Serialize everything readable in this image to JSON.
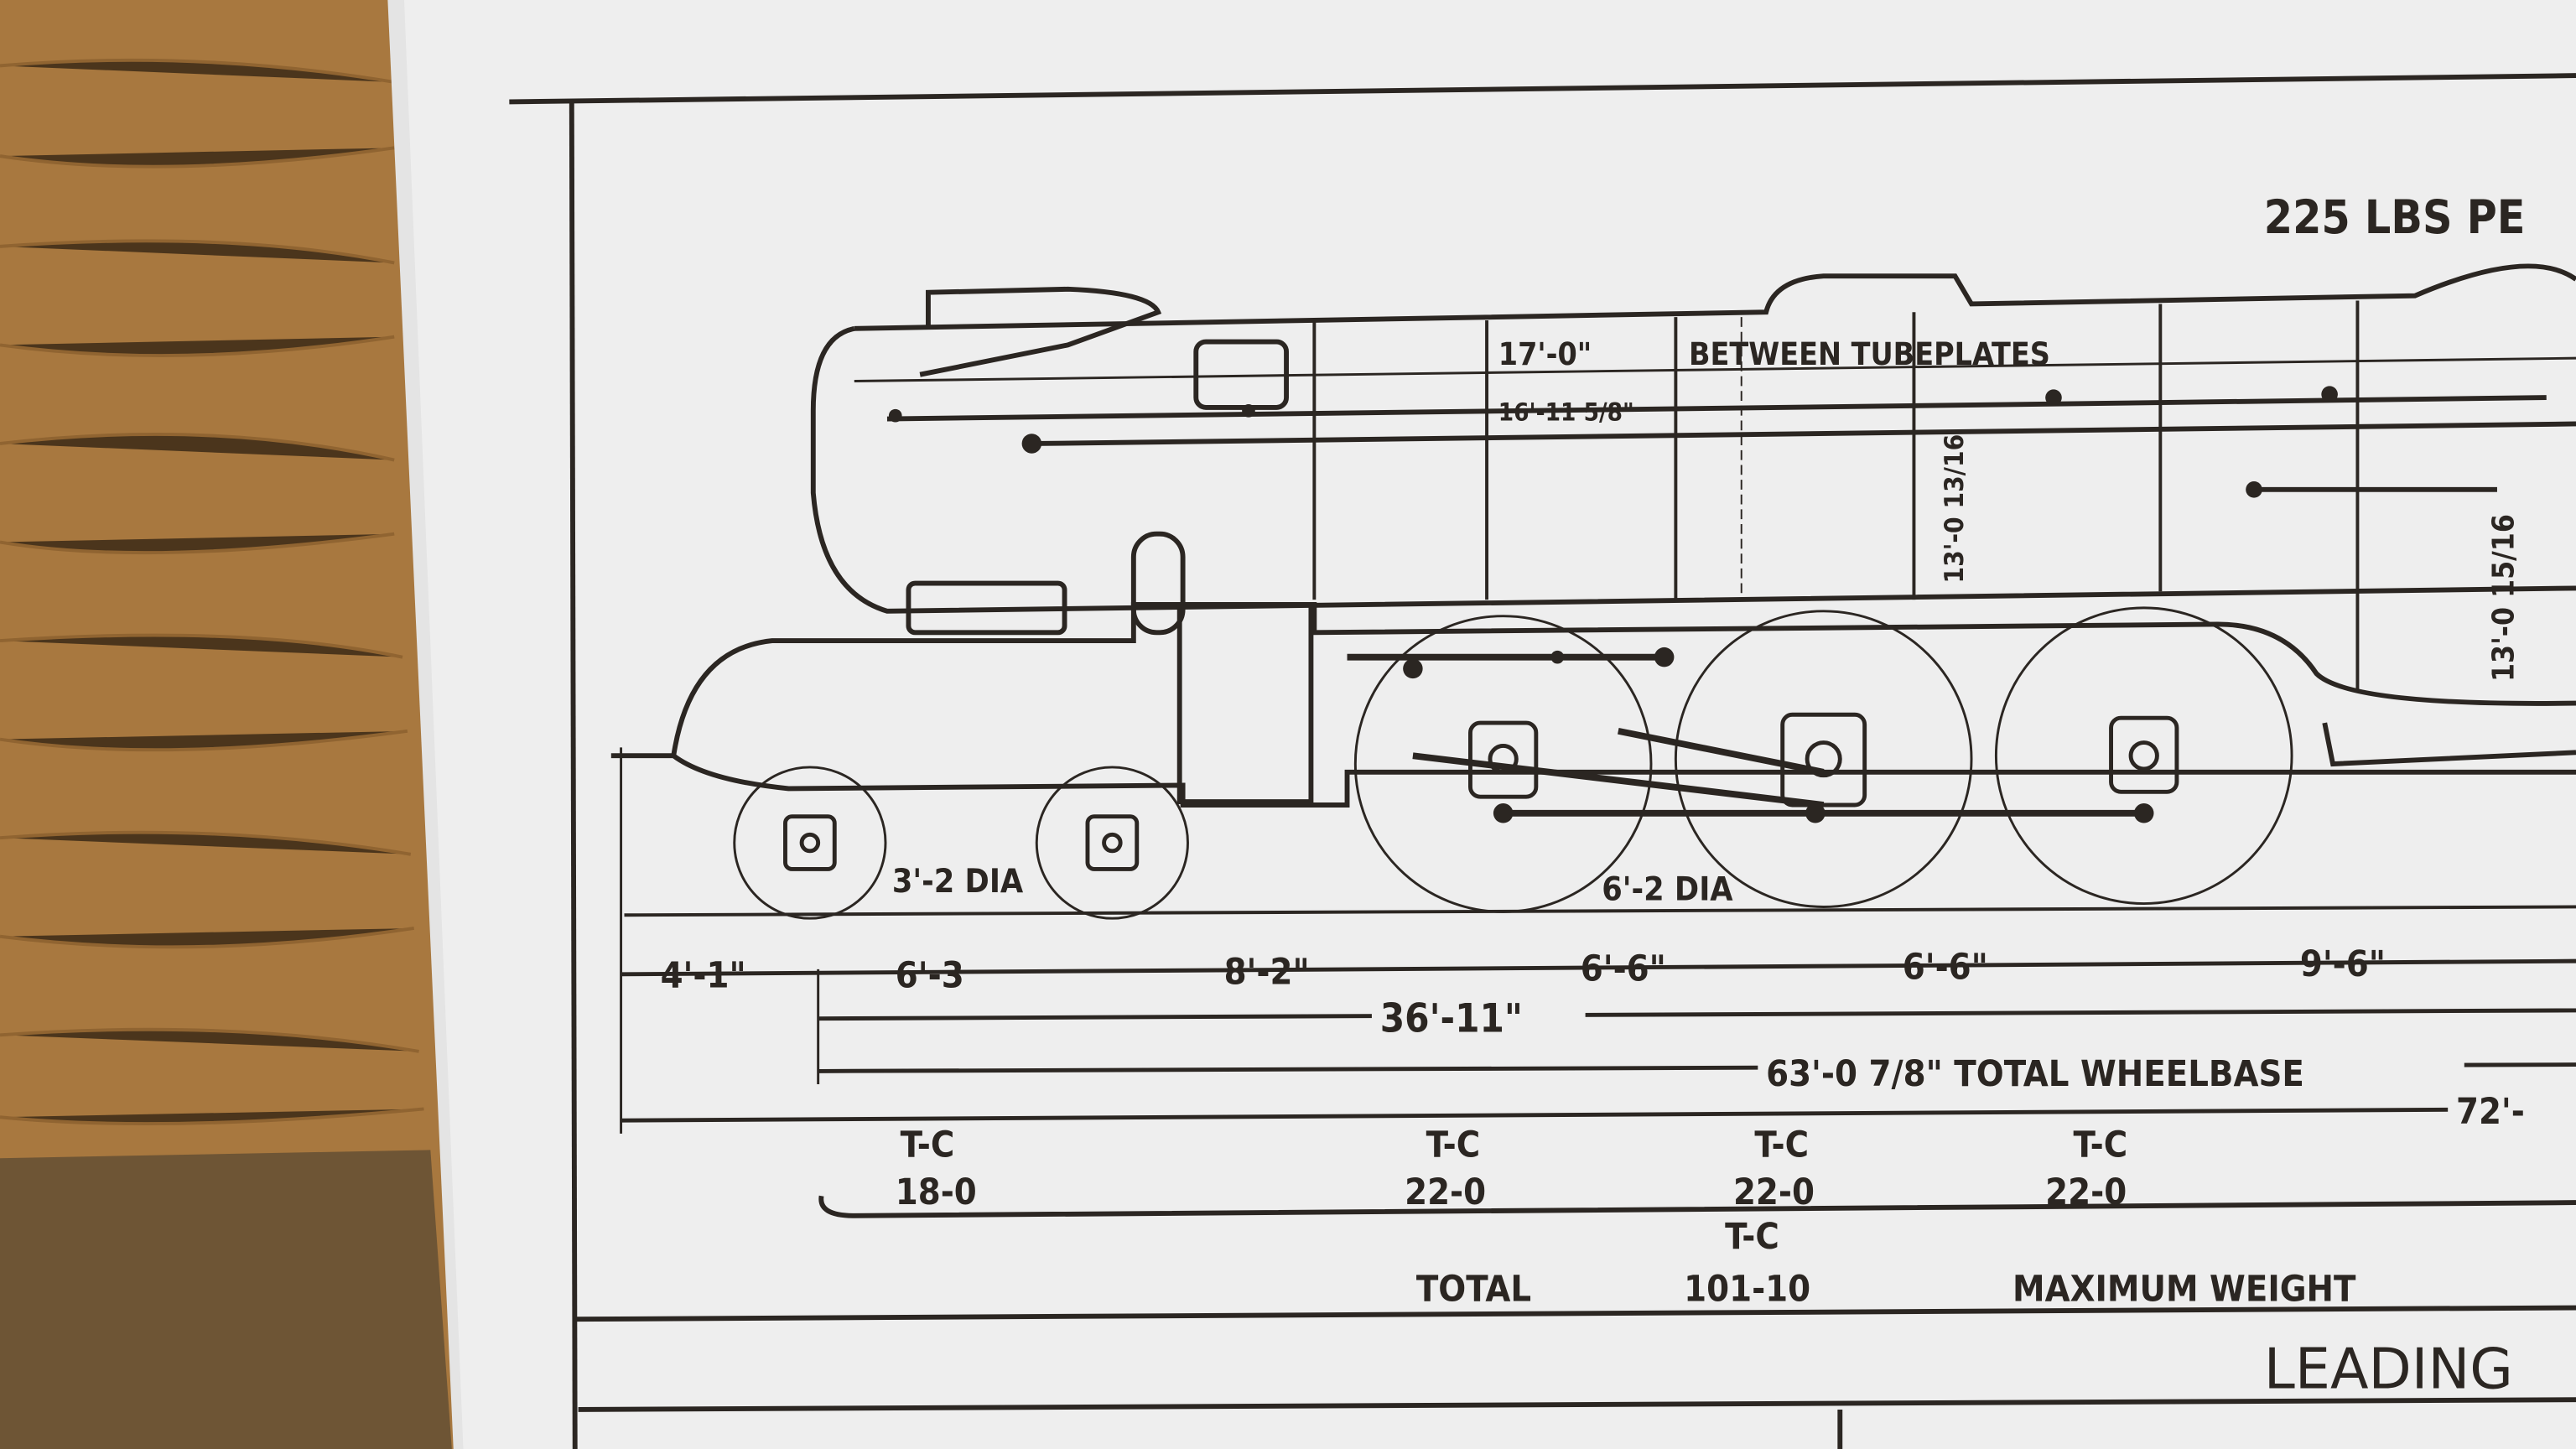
{
  "colors": {
    "wood": "#a8783f",
    "table_shadow": "#6e5535",
    "paper": "#eeeeee",
    "ink": "#2b2622"
  },
  "header": {
    "pressure": "225 LBS PE"
  },
  "boiler": {
    "tube_length": "17'-0\"",
    "tube_length_alt": "16'-11 5/8\"",
    "between_label": "BETWEEN TUBEPLATES",
    "height_1": "13'-0 13/16",
    "height_2": "13'-0 15/16"
  },
  "wheels": {
    "bogie_dia": "3'-2 DIA",
    "driving_dia": "6'-2 DIA"
  },
  "dimensions": {
    "spacings": [
      "4'-1\"",
      "6'-3",
      "8'-2\"",
      "6'-6\"",
      "6'-6\"",
      "9'-6\""
    ],
    "engine_wheelbase": "36'-11\"",
    "total_wheelbase": "63'-0 7/8\" TOTAL WHEELBASE",
    "overall_length": "72'-"
  },
  "weights": {
    "axles": [
      {
        "unit": "T-C",
        "value": "18-0"
      },
      {
        "unit": "T-C",
        "value": "22-0"
      },
      {
        "unit": "T-C",
        "value": "22-0"
      },
      {
        "unit": "T-C",
        "value": "22-0"
      }
    ],
    "total_label": "TOTAL",
    "total_unit": "T-C",
    "total_value": "101-10",
    "max_weight_label": "MAXIMUM WEIGHT"
  },
  "table": {
    "leading_label": "LEADING"
  }
}
